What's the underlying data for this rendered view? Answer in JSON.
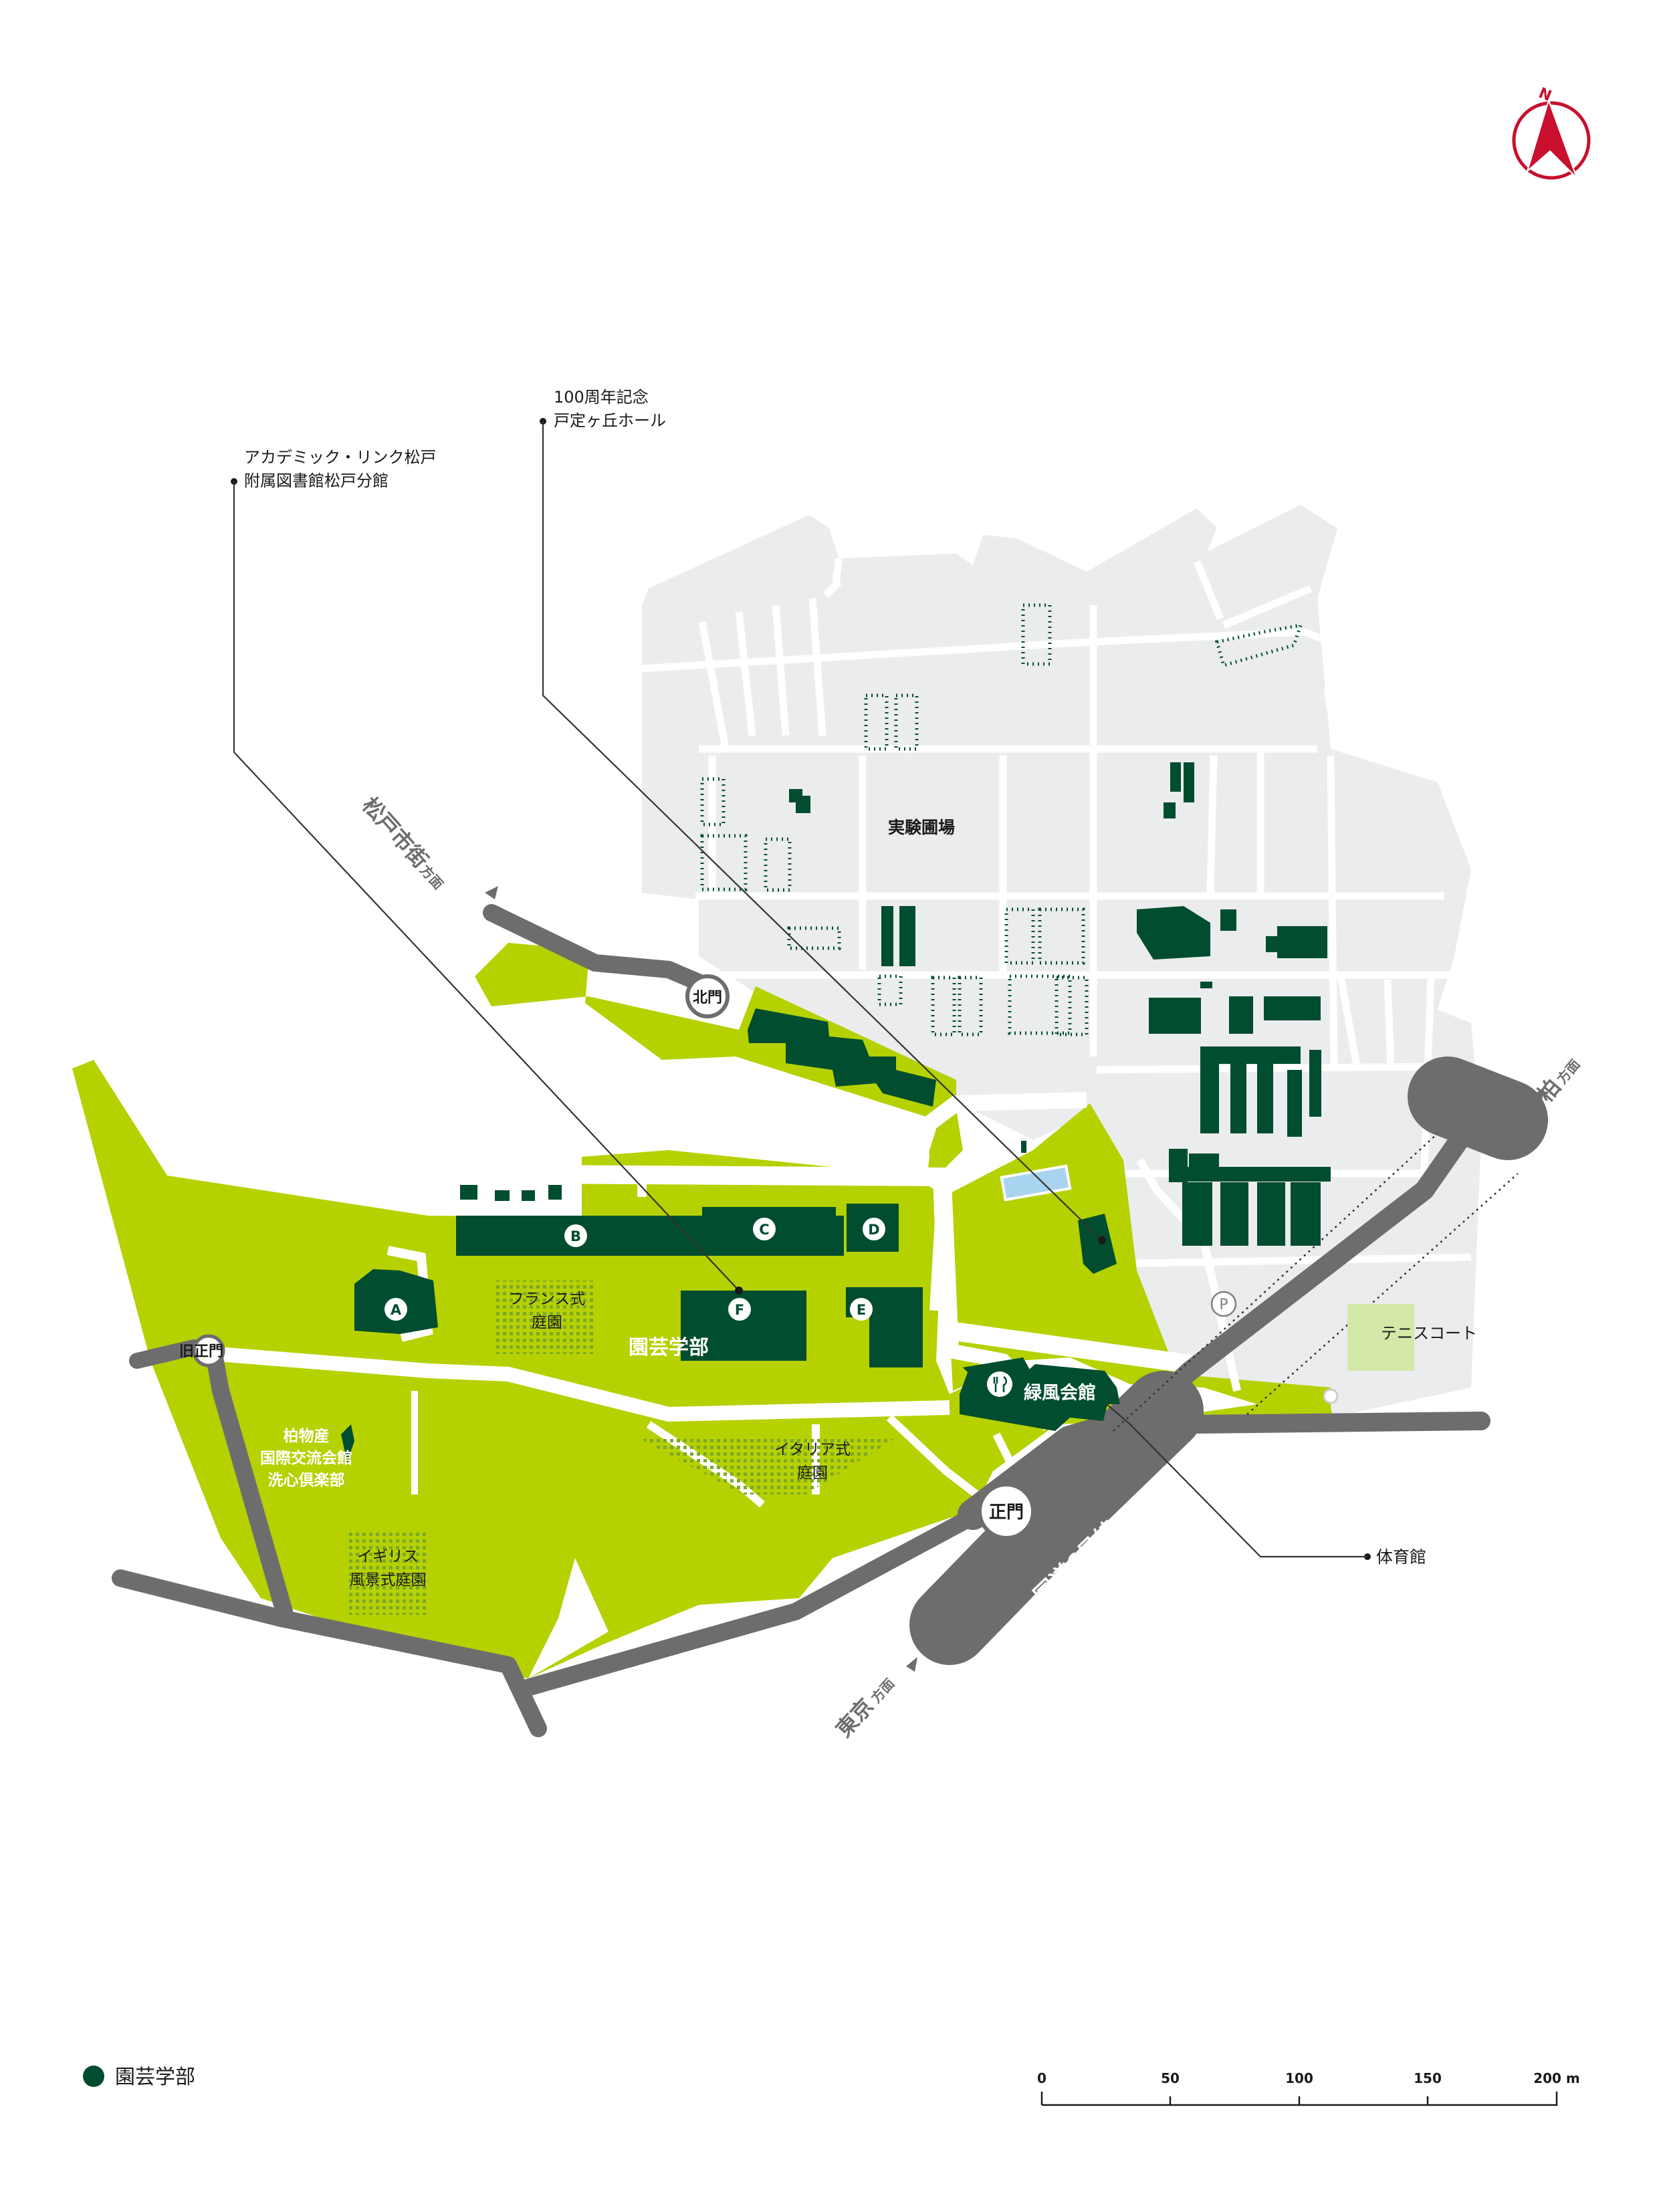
{
  "colors": {
    "campus_green": "#b5d100",
    "building": "#004d2f",
    "farm_area": "#ebeced",
    "road": "#6d6d6d",
    "pool": "#a9d4ef",
    "compass_red": "#c8102e"
  },
  "compass": {
    "letter": "N",
    "icon": "north-arrow-icon"
  },
  "callouts": {
    "academic_link": {
      "line1": "アカデミック・リンク松戸",
      "line2": "附属図書館松戸分館"
    },
    "centennial_hall": {
      "line1": "100周年記念",
      "line2": "戸定ヶ丘ホール"
    },
    "gym": {
      "label": "体育館"
    }
  },
  "areas": {
    "experimental_farm": "実験圃場",
    "french_garden": {
      "line1": "フランス式",
      "line2": "庭園"
    },
    "italian_garden": {
      "line1": "イタリア式",
      "line2": "庭園"
    },
    "english_garden": {
      "line1": "イギリス",
      "line2": "風景式庭園"
    },
    "intl_exchange": {
      "line1": "柏物産",
      "line2": "国際交流会館",
      "line3": "洗心倶楽部"
    },
    "tennis_court": "テニスコート",
    "faculty": "園芸学部",
    "ryokufu_hall": "緑風会館"
  },
  "gates": {
    "north_gate": "北門",
    "old_main_gate": "旧正門",
    "main_gate": "正門"
  },
  "parking": {
    "symbol": "P"
  },
  "buildings": [
    "A",
    "B",
    "C",
    "D",
    "E",
    "F"
  ],
  "directions": {
    "matsudo": {
      "main": "松戸市街",
      "suffix": "方面"
    },
    "kashiwa": {
      "main": "柏",
      "suffix": "方面"
    },
    "tokyo": {
      "main": "東京",
      "suffix": "方面"
    },
    "route6": "国道6号線"
  },
  "legend": {
    "label": "園芸学部",
    "color": "#004d2f"
  },
  "scale_bar": {
    "ticks": [
      "0",
      "50",
      "100",
      "150",
      "200 m"
    ]
  }
}
